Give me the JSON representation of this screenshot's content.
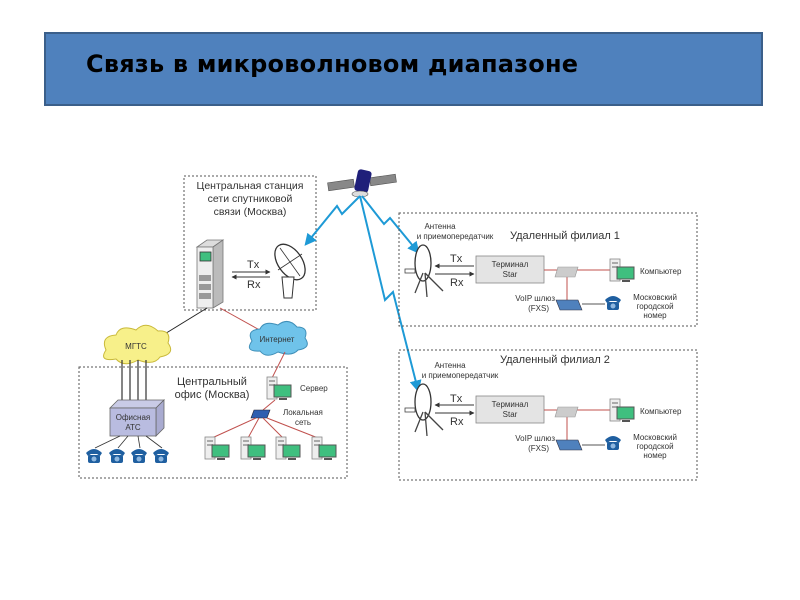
{
  "slide": {
    "title": "Связь в микроволновом диапазоне"
  },
  "diagram": {
    "central_station": {
      "label_lines": [
        "Центральная станция",
        "сети спутниковой",
        "связи (Москва)"
      ],
      "tx": "Tx",
      "rx": "Rx"
    },
    "clouds": {
      "mgts": "МГТС",
      "internet": "Интернет"
    },
    "central_office": {
      "label_lines": [
        "Центральный",
        "офис (Москва)"
      ],
      "pbx_lines": [
        "Офисная",
        "АТС"
      ],
      "server": "Сервер",
      "lan_lines": [
        "Локальная",
        "сеть"
      ],
      "phone_count": 4,
      "workstation_count": 4
    },
    "branches": [
      {
        "title": "Удаленный филиал 1",
        "antenna_lines": [
          "Антенна",
          "и приемопередатчик"
        ],
        "tx": "Tx",
        "rx": "Rx",
        "terminal_lines": [
          "Терминал",
          "Star"
        ],
        "computer": "Компьютер",
        "voip_lines": [
          "VoIP шлюз",
          "(FXS)"
        ],
        "phone_lines": [
          "Московский",
          "городской",
          "номер"
        ]
      },
      {
        "title": "Удаленный филиал 2",
        "antenna_lines": [
          "Антенна",
          "и приемопередатчик"
        ],
        "tx": "Tx",
        "rx": "Rx",
        "terminal_lines": [
          "Терминал",
          "Star"
        ],
        "computer": "Компьютер",
        "voip_lines": [
          "VoIP шлюз",
          "(FXS)"
        ],
        "phone_lines": [
          "Московский",
          "городской",
          "номер"
        ]
      }
    ]
  },
  "colors": {
    "title_bg": "#4f81bd",
    "link_blue": "#1e9ad6",
    "lan_red": "#c0504d",
    "mgts_cloud": "#f7f08a",
    "internet_cloud": "#6fc3ea",
    "screen_green": "#3fbf7f",
    "phone_blue": "#1f5fa0"
  }
}
